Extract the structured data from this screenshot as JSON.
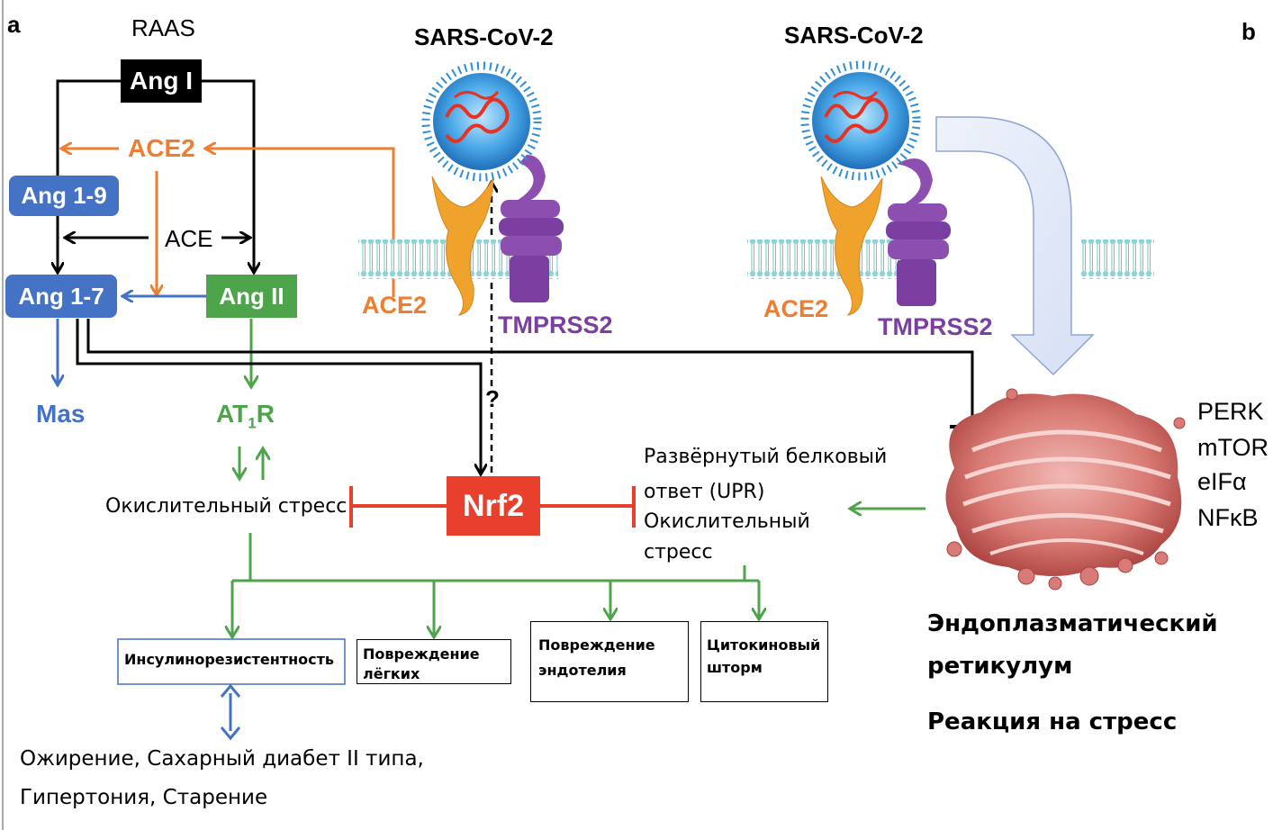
{
  "panels": {
    "a": "a",
    "b": "b"
  },
  "raas": {
    "title": "RAAS",
    "ang1": "Ang I",
    "ace2": "ACE2",
    "ang19": "Ang 1-9",
    "ace": "ACE",
    "ang17": "Ang 1-7",
    "ang2": "Ang II",
    "mas": "Mas",
    "at1r_main": "AT",
    "at1r_sub": "1",
    "at1r_end": "R"
  },
  "virus": {
    "left_title": "SARS-CoV-2",
    "right_title": "SARS-CoV-2",
    "ace2_left": "ACE2",
    "tmprss2_left": "TMPRSS2",
    "ace2_right": "ACE2",
    "tmprss2_right": "TMPRSS2",
    "question": "?"
  },
  "center": {
    "oxidative_stress": "Окислительный стресс",
    "nrf2": "Nrf2",
    "upr_line1": "Развёрнутый белковый",
    "upr_line2": "ответ (UPR)",
    "upr_line3": "Окислительный",
    "upr_line4": "стресс"
  },
  "outcomes": [
    {
      "line1": "Инсулинорезистентность",
      "line2": ""
    },
    {
      "line1": "Повреждение",
      "line2": "лёгких"
    },
    {
      "line1": "Повреждение",
      "line2": "эндотелия"
    },
    {
      "line1": "Цитокиновый",
      "line2": "шторм"
    }
  ],
  "bottom": {
    "line1": "Ожирение, Сахарный диабет II типа,",
    "line2": "Гипертония, Старение"
  },
  "er": {
    "markers": [
      "PERK",
      "mTOR",
      "eIFα",
      "NFκB"
    ],
    "label1": "Эндоплазматический",
    "label2": "ретикулум",
    "label3": "Реакция на стресс"
  },
  "colors": {
    "black": "#000000",
    "orange": "#ed7d31",
    "blue": "#4472c4",
    "green": "#4ea44a",
    "red": "#e8402d",
    "purple": "#7a3fa0",
    "virus_blue": "#2f8fd6"
  }
}
